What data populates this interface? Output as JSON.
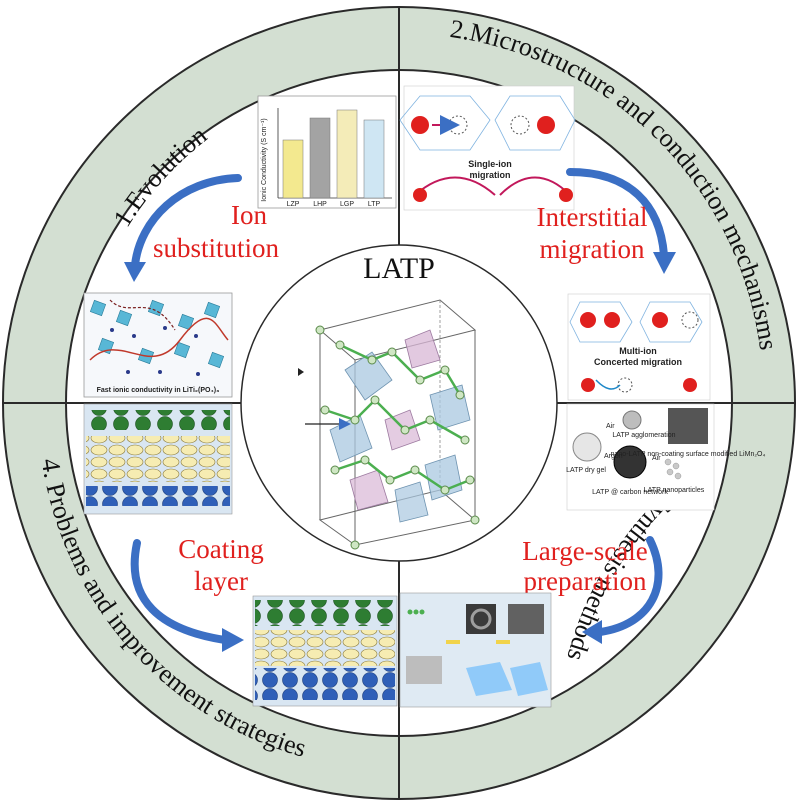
{
  "center": {
    "title": "LATP"
  },
  "quadrants": {
    "q1": {
      "ring_label": "1.Evolution",
      "topic_line1": "Ion",
      "topic_line2": "substitution"
    },
    "q2": {
      "ring_label": "2.Microstructure and conduction mechanisms",
      "topic_line1": "Interstitial",
      "topic_line2": "migration"
    },
    "q3": {
      "ring_label": "3. Synthesis methods",
      "topic_line1": "Large-scale",
      "topic_line2": "preparation"
    },
    "q4": {
      "ring_label": "4. Problems and improvement strategies",
      "topic_line1": "Coating",
      "topic_line2": "layer"
    }
  },
  "figures": {
    "bar_chart": {
      "categories": [
        "LZP",
        "LHP",
        "LGP",
        "LTP"
      ],
      "ylabel": "Ionic Conductivity (S cm⁻¹)"
    },
    "single_ion": {
      "label_line1": "Single-ion",
      "label_line2": "migration"
    },
    "multi_ion": {
      "label_line1": "Multi-ion",
      "label_line2": "Concerted migration"
    },
    "crystal_note": {
      "caption": "Fast ionic conductivity in LiTi₂(PO₄)₃"
    },
    "synthesis": {
      "dry_gel": "LATP dry gel",
      "agglomeration": "LATP agglomeration",
      "carbon_network": "LATP @ carbon network",
      "nanoparticles": "LATP nanoparticles",
      "coating_note": "nano-LATP non-coating surface modified LiMn₂O₄",
      "air1": "Air",
      "argon": "Argon",
      "air2": "Air"
    }
  },
  "colors": {
    "ring": "#d3dfd2",
    "ring_stroke": "#2a2a2a",
    "arrow_blue": "#3b6fc4",
    "label_red": "#e0201e",
    "green_layer": "#2e7d32",
    "blue_layer": "#2f5fb8",
    "yellow_layer": "#f4e9a8"
  }
}
